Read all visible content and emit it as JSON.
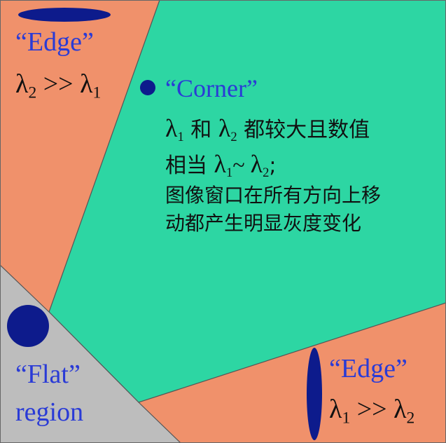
{
  "colors": {
    "edge_region": "#F0916B",
    "corner_region": "#2DD6A3",
    "flat_region": "#BDBDBD",
    "marker": "#0D1B8C",
    "label_blue": "#2A3BD6",
    "outline": "#555555"
  },
  "regions": {
    "edge_top": {
      "title": "“Edge”",
      "relation": {
        "left": "λ",
        "left_sub": "2",
        "op": " >> ",
        "right": "λ",
        "right_sub": "1"
      }
    },
    "corner": {
      "title": "“Corner”",
      "line1": {
        "a": "λ",
        "a_sub": "1",
        "mid": " 和 ",
        "b": "λ",
        "b_sub": "2",
        "rest": " 都较大且数值"
      },
      "line2": {
        "pre": "相当 ",
        "a": "λ",
        "a_sub": "1",
        "mid": "~ ",
        "b": "λ",
        "b_sub": "2",
        "post": ";"
      },
      "line3": "图像窗口在所有方向上移",
      "line4": "动都产生明显灰度变化"
    },
    "flat": {
      "title": "“Flat”",
      "subtitle": "region"
    },
    "edge_bottom": {
      "title": "“Edge”",
      "relation": {
        "left": "λ",
        "left_sub": "1",
        "op": " >> ",
        "right": "λ",
        "right_sub": "2"
      }
    }
  }
}
